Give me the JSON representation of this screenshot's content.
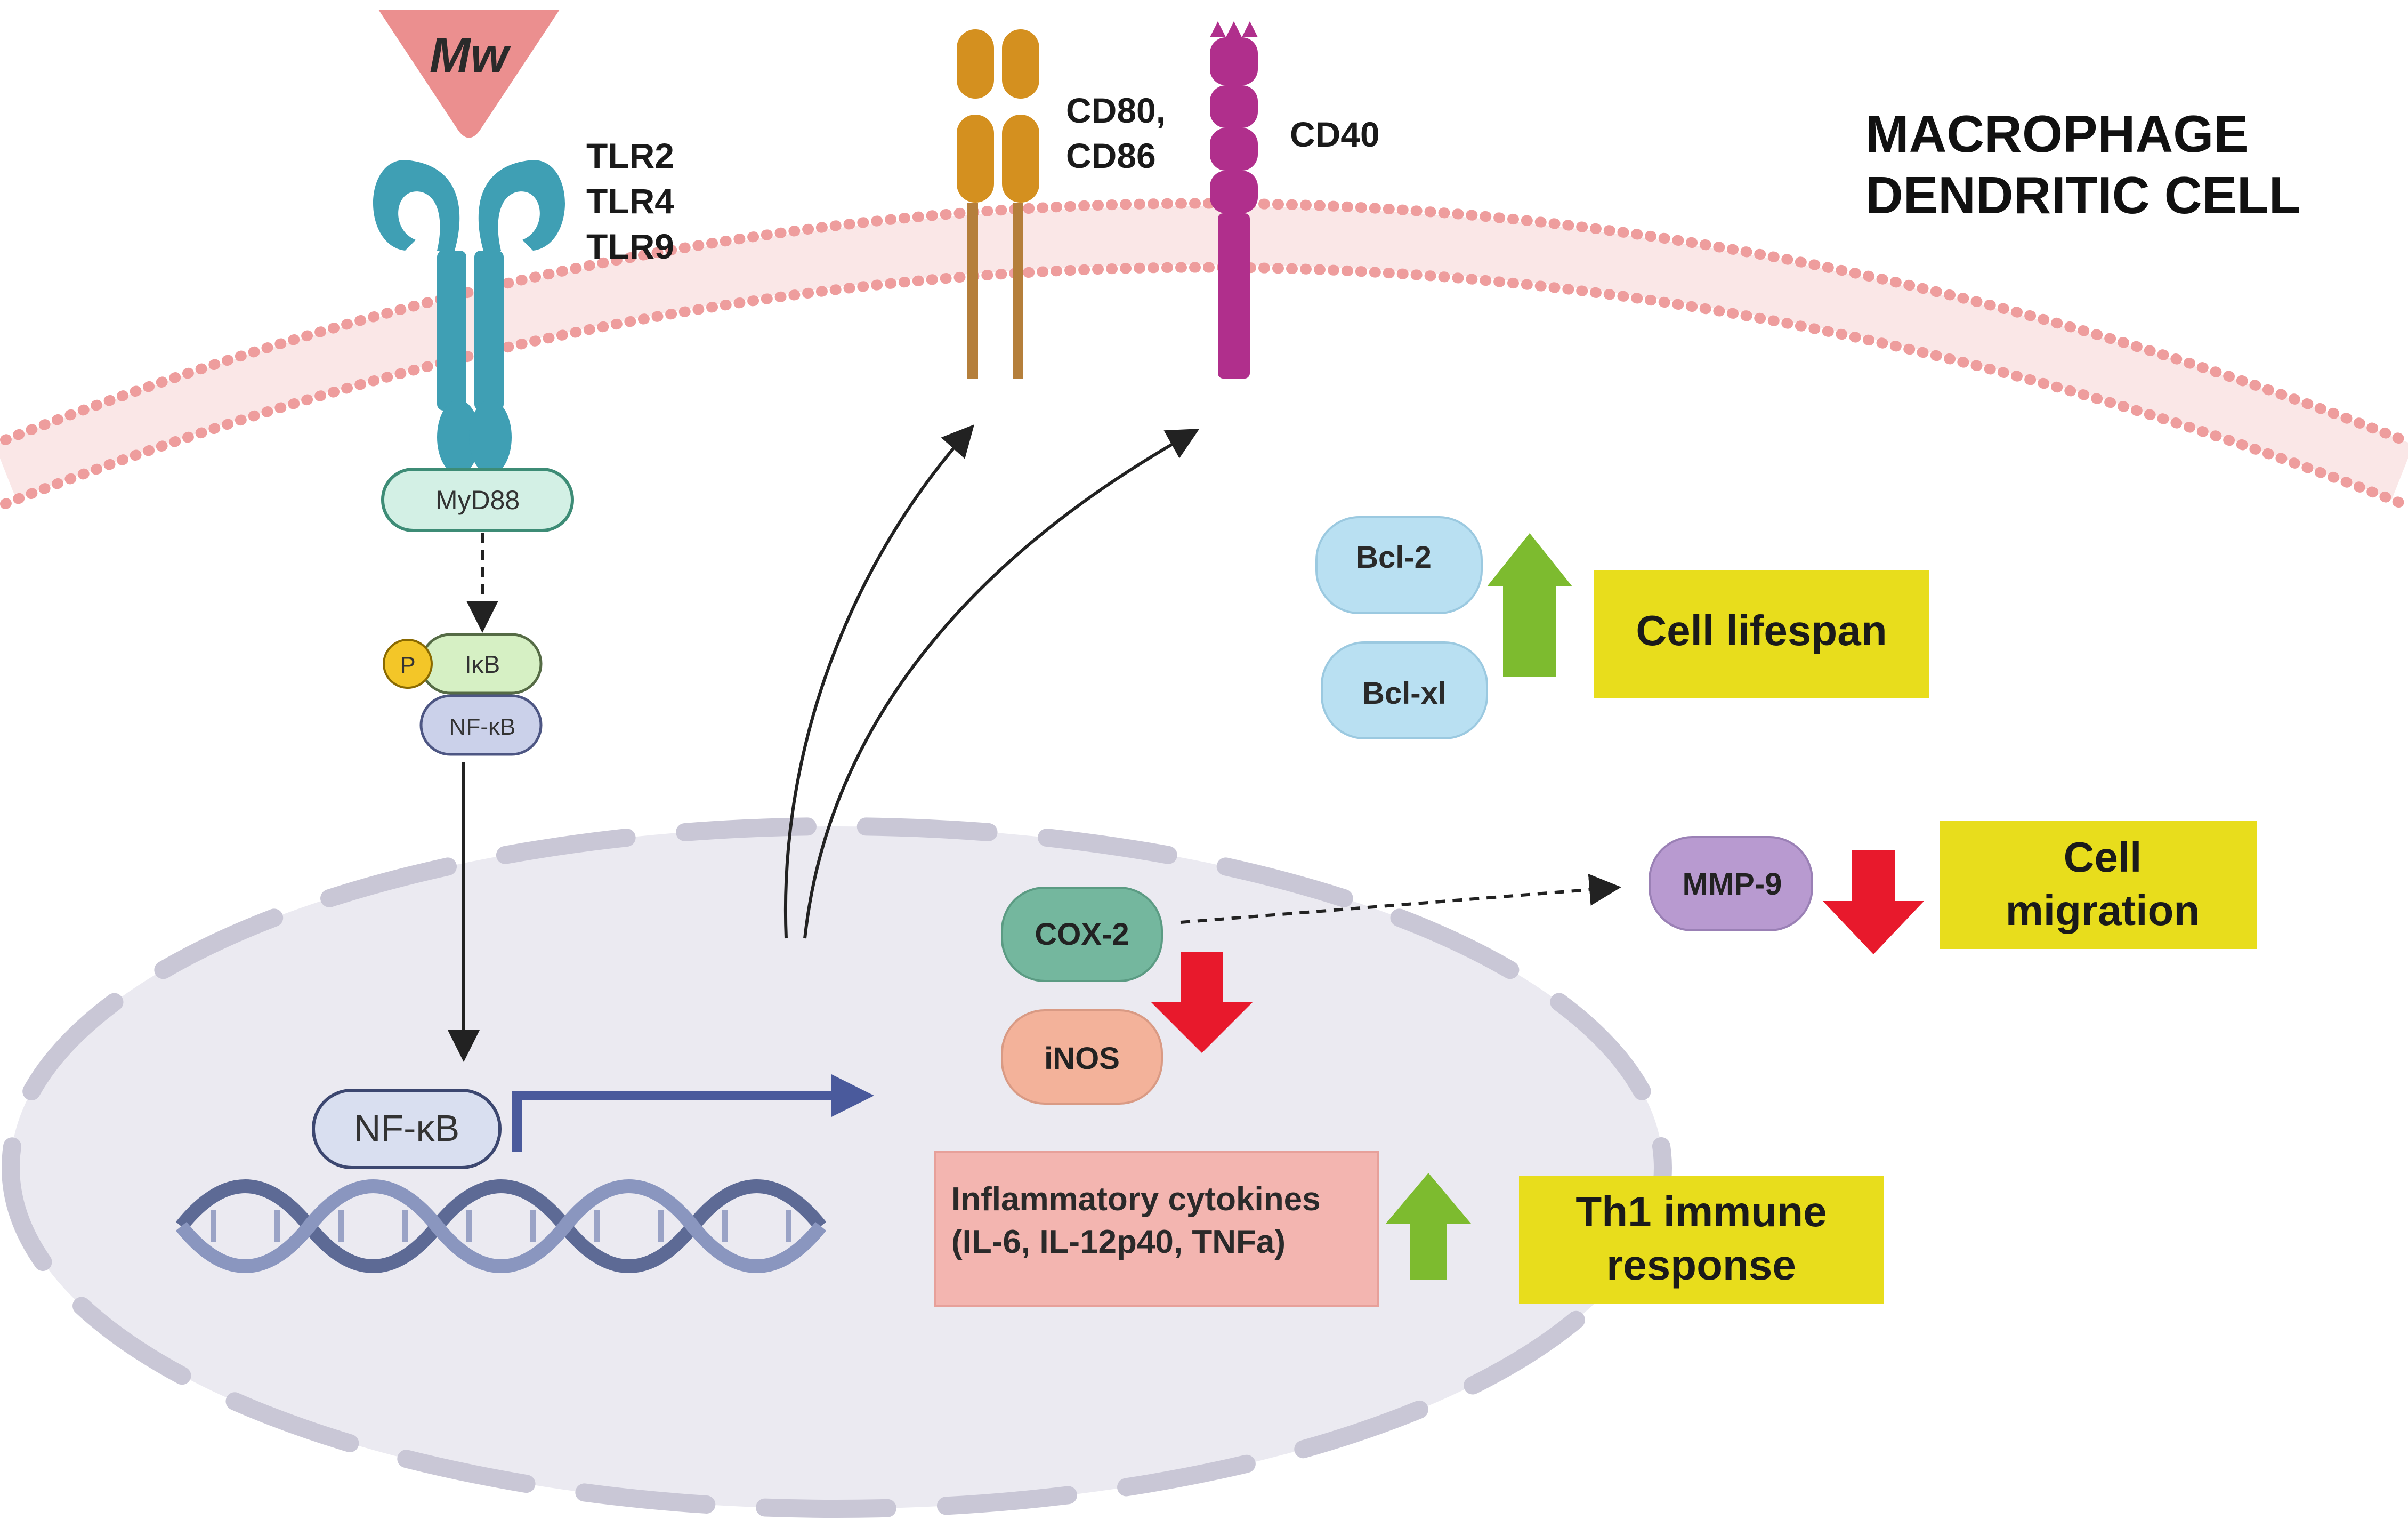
{
  "ligand": {
    "label": "Mw"
  },
  "receptors": {
    "tlr": [
      "TLR2",
      "TLR4",
      "TLR9"
    ],
    "cd80_cd86": [
      "CD80,",
      "CD86"
    ],
    "cd40": "CD40"
  },
  "cell_type": [
    "MACROPHAGE",
    "DENDRITIC CELL"
  ],
  "signaling": {
    "myd88": "MyD88",
    "phospho": "P",
    "ikb": "IκB",
    "nfkb_small": "NF-κB",
    "nfkb_nucleus": "NF-κB"
  },
  "proteins": {
    "bcl2": "Bcl-2",
    "bclxl": "Bcl-xl",
    "mmp9": "MMP-9",
    "cox2": "COX-2",
    "inos": "iNOS"
  },
  "cytokines": [
    "Inflammatory cytokines",
    "(IL-6, IL-12p40, TNFa)"
  ],
  "outcomes": {
    "lifespan": [
      "Cell lifespan"
    ],
    "migration": [
      "Cell",
      "migration"
    ],
    "th1": [
      "Th1 immune",
      "response"
    ]
  },
  "colors": {
    "up_arrow": "#7dbb2f",
    "down_arrow": "#e8192c",
    "outcome_box": "#e8dd1c",
    "tlr": "#3f9fb4",
    "cd80": "#d4901f",
    "cd40": "#b02f8c",
    "nucleus": "#ebeaf1",
    "membrane": "#f0aaaa"
  }
}
